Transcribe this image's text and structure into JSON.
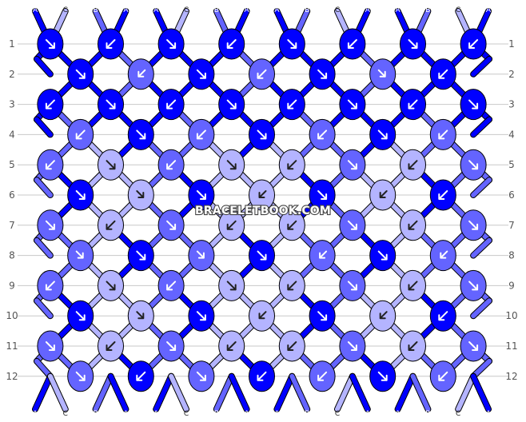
{
  "watermark": "BRACELETBOOK.COM",
  "colors": {
    "A": "#0000ff",
    "B": "#6464ff",
    "C": "#b4b4ff",
    "outline": "#000000",
    "grid": "#c8c8c8"
  },
  "strings_top": [
    "A",
    "C",
    "B",
    "A",
    "A",
    "C",
    "B",
    "A",
    "A",
    "B",
    "C",
    "A",
    "A",
    "B",
    "C",
    "A"
  ],
  "strings_bottom": [
    "A",
    "C",
    "B",
    "A",
    "A",
    "C",
    "B",
    "A",
    "A",
    "B",
    "C",
    "A",
    "A",
    "B",
    "C",
    "A"
  ],
  "rows": [
    1,
    2,
    3,
    4,
    5,
    6,
    7,
    8,
    9,
    10,
    11,
    12
  ],
  "knots": [
    [
      "A",
      "A",
      "A",
      "A",
      "A",
      "A",
      "A",
      "A"
    ],
    [
      "A",
      "B",
      "A",
      "B",
      "A",
      "B",
      "A"
    ],
    [
      "A",
      "A",
      "A",
      "A",
      "A",
      "A",
      "A",
      "A"
    ],
    [
      "B",
      "A",
      "B",
      "A",
      "B",
      "A",
      "B"
    ],
    [
      "B",
      "C",
      "B",
      "C",
      "C",
      "B",
      "C",
      "B"
    ],
    [
      "A",
      "C",
      "A",
      "C",
      "A",
      "C",
      "A"
    ],
    [
      "B",
      "C",
      "B",
      "C",
      "C",
      "B",
      "C",
      "B"
    ],
    [
      "B",
      "A",
      "B",
      "A",
      "B",
      "A",
      "B"
    ],
    [
      "B",
      "C",
      "B",
      "C",
      "C",
      "B",
      "C",
      "B"
    ],
    [
      "A",
      "C",
      "A",
      "C",
      "A",
      "C",
      "A"
    ],
    [
      "B",
      "C",
      "B",
      "C",
      "C",
      "B",
      "C",
      "B"
    ],
    [
      "B",
      "A",
      "B",
      "A",
      "B",
      "A",
      "B"
    ]
  ],
  "arrows": [
    [
      "se",
      "sw",
      "se",
      "sw",
      "se",
      "sw",
      "se",
      "sw"
    ],
    [
      "se",
      "fsw",
      "se",
      "sw",
      "se",
      "fse",
      "sw"
    ],
    [
      "sw",
      "se",
      "sw",
      "se",
      "sw",
      "se",
      "sw",
      "se"
    ],
    [
      "sw",
      "se",
      "sw",
      "se",
      "sw",
      "se",
      "sw"
    ],
    [
      "sw",
      "se",
      "sw",
      "se",
      "sw",
      "se",
      "sw",
      "se"
    ],
    [
      "se",
      "fse",
      "se",
      "fsw",
      "se",
      "fsw",
      "sw"
    ],
    [
      "se",
      "sw",
      "se",
      "sw",
      "sw",
      "se",
      "sw",
      "se"
    ],
    [
      "fse",
      "se",
      "fse",
      "se",
      "fsw",
      "se",
      "fsw"
    ],
    [
      "sw",
      "se",
      "sw",
      "se",
      "sw",
      "se",
      "sw",
      "se"
    ],
    [
      "se",
      "fse",
      "se",
      "fsw",
      "se",
      "fsw",
      "sw"
    ],
    [
      "se",
      "sw",
      "se",
      "sw",
      "sw",
      "se",
      "sw",
      "se"
    ],
    [
      "se",
      "sw",
      "se",
      "sw",
      "sw",
      "se",
      "sw"
    ]
  ]
}
